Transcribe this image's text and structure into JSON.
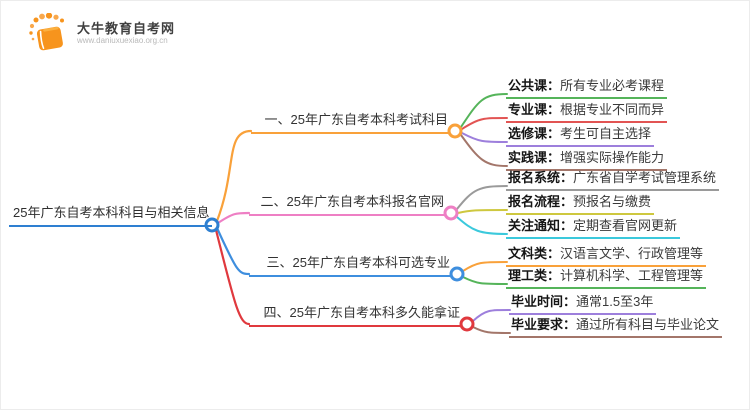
{
  "logo": {
    "title": "大牛教育自考网",
    "url": "www.daniuxuexiao.org.cn",
    "icon": "book-icon",
    "brand_color": "#F7941D"
  },
  "palette": {
    "root_blue": "#2E7FD1",
    "orange": "#F9A13A",
    "pink": "#EE7FC4",
    "blue": "#3E8EDE",
    "red": "#E0393E",
    "green": "#55B45A",
    "leaf_red": "#E25453",
    "purple": "#9D7FDC",
    "brown": "#A3766A",
    "gray": "#9A9A9A",
    "olive": "#CEC83F",
    "cyan": "#3BC9DC"
  },
  "mindmap": {
    "root": {
      "label": "25年广东自考本科科目与相关信息",
      "color": "#2E7FD1"
    },
    "branches": [
      {
        "label": "一、25年广东自考本科考试科目",
        "color": "#F9A13A",
        "children": [
          {
            "term": "公共课：",
            "desc": "所有专业必考课程",
            "color": "#55B45A"
          },
          {
            "term": "专业课：",
            "desc": "根据专业不同而异",
            "color": "#E25453"
          },
          {
            "term": "选修课：",
            "desc": "考生可自主选择",
            "color": "#9D7FDC"
          },
          {
            "term": "实践课：",
            "desc": "增强实际操作能力",
            "color": "#A3766A"
          }
        ]
      },
      {
        "label": "二、25年广东自考本科报名官网",
        "color": "#EE7FC4",
        "children": [
          {
            "term": "报名系统：",
            "desc": "广东省自学考试管理系统",
            "color": "#9A9A9A"
          },
          {
            "term": "报名流程：",
            "desc": "预报名与缴费",
            "color": "#CEC83F"
          },
          {
            "term": "关注通知：",
            "desc": "定期查看官网更新",
            "color": "#3BC9DC"
          }
        ]
      },
      {
        "label": "三、25年广东自考本科可选专业",
        "color": "#3E8EDE",
        "children": [
          {
            "term": "文科类：",
            "desc": "汉语言文学、行政管理等",
            "color": "#F9A13A"
          },
          {
            "term": "理工类：",
            "desc": "计算机科学、工程管理等",
            "color": "#55B45A"
          }
        ]
      },
      {
        "label": "四、25年广东自考本科多久能拿证",
        "color": "#E0393E",
        "children": [
          {
            "term": "毕业时间：",
            "desc": "通常1.5至3年",
            "color": "#9D7FDC"
          },
          {
            "term": "毕业要求：",
            "desc": "通过所有科目与毕业论文",
            "color": "#A3766A"
          }
        ]
      }
    ]
  }
}
